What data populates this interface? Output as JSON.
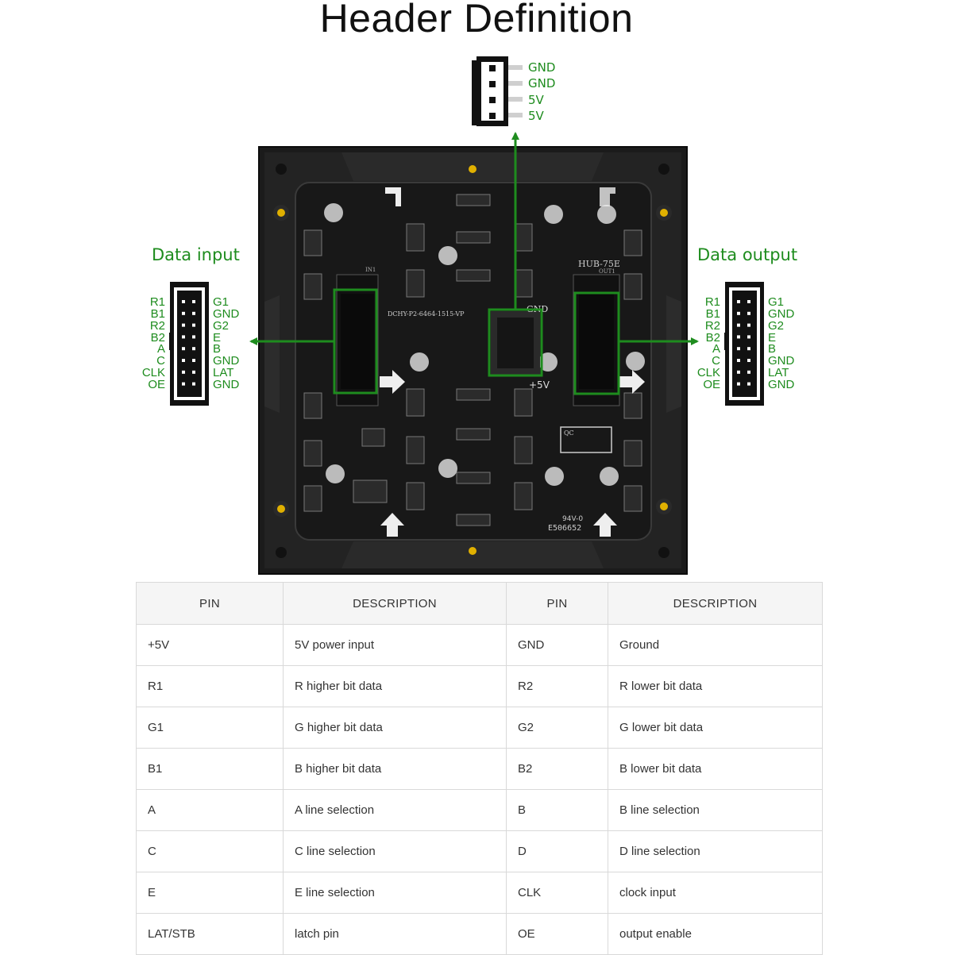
{
  "header": {
    "title": "Header Definition"
  },
  "power_connector": {
    "pins": [
      "GND",
      "GND",
      "5V",
      "5V"
    ]
  },
  "data_input": {
    "label": "Data input",
    "left_pins": [
      "R1",
      "B1",
      "R2",
      "B2",
      "A",
      "C",
      "CLK",
      "OE"
    ],
    "right_pins": [
      "G1",
      "GND",
      "G2",
      "E",
      "B",
      "GND",
      "LAT",
      "GND"
    ]
  },
  "data_output": {
    "label": "Data output",
    "left_pins": [
      "R1",
      "B1",
      "R2",
      "B2",
      "A",
      "C",
      "CLK",
      "OE"
    ],
    "right_pins": [
      "G1",
      "GND",
      "G2",
      "E",
      "B",
      "GND",
      "LAT",
      "GND"
    ]
  },
  "board": {
    "model_label": "HUB-75E",
    "part_label": "DCHY-P2-6464-1515-VP",
    "gnd_label": "GND",
    "plus5v_label": "+5V",
    "qc_label": "QC",
    "rating_label": "94V-0",
    "cert_label": "E506652",
    "connector_labels": [
      "IN1",
      "OUT1"
    ]
  },
  "colors": {
    "highlight": "#1e8c1e",
    "board": "#1b1b1b",
    "table_border": "#d9d9d9"
  },
  "table": {
    "headers": [
      "PIN",
      "DESCRIPTION",
      "PIN",
      "DESCRIPTION"
    ],
    "rows": [
      [
        "+5V",
        "5V power input",
        "GND",
        "Ground"
      ],
      [
        "R1",
        "R higher bit data",
        "R2",
        "R lower bit data"
      ],
      [
        "G1",
        "G higher bit data",
        "G2",
        "G lower bit data"
      ],
      [
        "B1",
        "B higher bit data",
        "B2",
        "B lower bit data"
      ],
      [
        "A",
        "A line selection",
        "B",
        "B line selection"
      ],
      [
        "C",
        "C line selection",
        "D",
        "D line selection"
      ],
      [
        "E",
        "E line selection",
        "CLK",
        "clock input"
      ],
      [
        "LAT/STB",
        "latch pin",
        "OE",
        "output enable"
      ]
    ]
  }
}
